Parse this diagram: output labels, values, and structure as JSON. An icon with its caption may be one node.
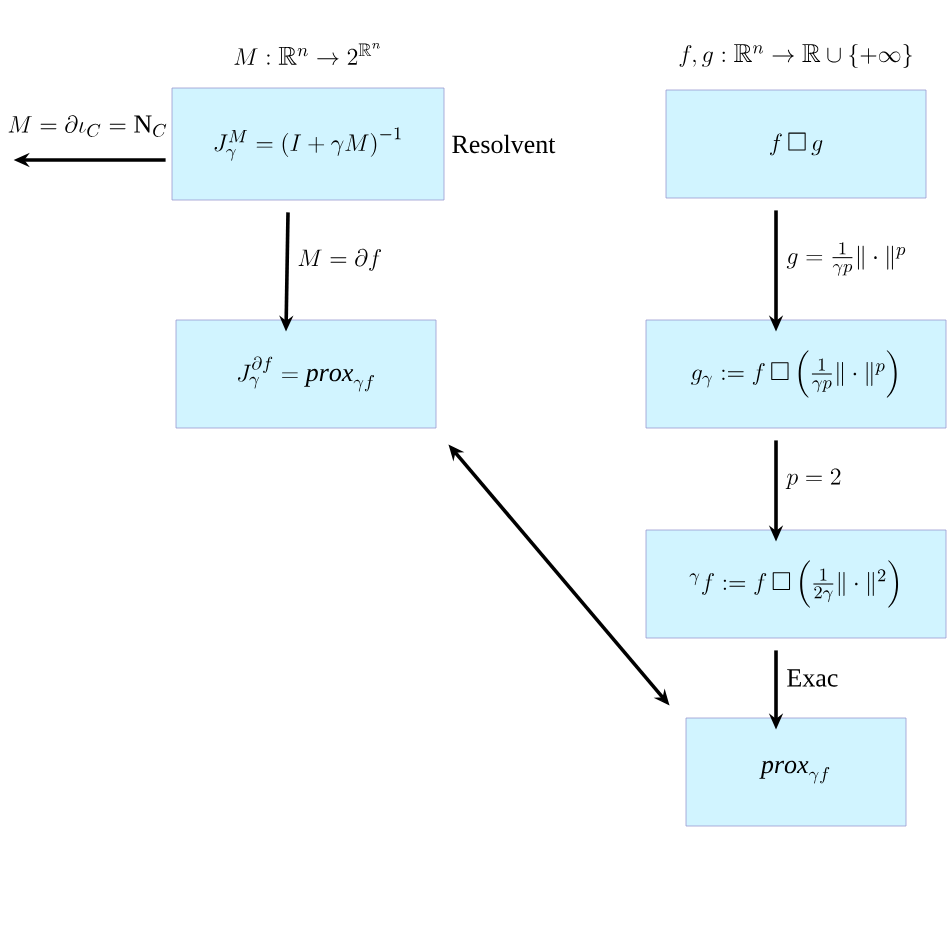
{
  "diagram": {
    "nodes": [
      {
        "text": [
          "M:\\mathbb{R}^n\\to 2^{\\mathbb{R}^n}",
          "J_\\gamma^M=\\left(I+\\gamma M\\right)^{-1}"
        ],
        "beside": [
          "Resolvent"
        ]
      },
      {
        "text": [
          "J_\\gamma^{\\partial f}=\\mathit{prox}_{\\gamma f}"
        ]
      },
      {
        "text": [
          "f,g:\\mathbb{R}^n\\to\\mathbb{R}\\cup\\{+\\infty\\}",
          "f\\,\\square\\, g"
        ]
      },
      {
        "text": [
          "g_\\gamma:=f\\,\\square\\left(\\frac{1}{\\gamma p}\\|\\cdot\\|^p\\right)"
        ]
      },
      {
        "text": [
          "{}^\\gamma f:=f\\,\\square\\left(\\frac{1}{2\\gamma}\\|\\cdot\\|^2\\right)"
        ]
      },
      {
        "text": [
          "\\mathit{prox}_{\\gamma f}"
        ]
      }
    ],
    "edges": [
      {
        "from": 0,
        "to": null,
        "arrow": "to",
        "label": "M=\\partial\\iota_C=\\mathrm{N}_C"
      },
      {
        "from": 0,
        "to": 1,
        "arrow": "to",
        "label": "M=\\partial f"
      },
      {
        "from": 2,
        "to": 3,
        "arrow": "to",
        "label": "g=\\frac{1}{\\gamma p}\\|\\cdot\\|^p"
      },
      {
        "from": 3,
        "to": 4,
        "arrow": "to",
        "label": "p=2"
      },
      {
        "from": 4,
        "to": 5,
        "arrow": "to",
        "label": "Exac"
      },
      {
        "from": 1,
        "to": 5,
        "arrow": "both"
      }
    ]
  }
}
